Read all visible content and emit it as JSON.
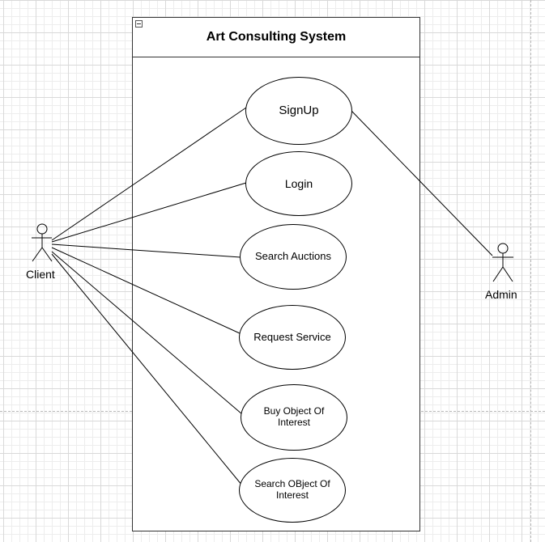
{
  "diagram": {
    "system": {
      "title": "Art Consulting System"
    },
    "actors": [
      {
        "id": "client",
        "label": "Client"
      },
      {
        "id": "admin",
        "label": "Admin"
      }
    ],
    "use_cases": [
      {
        "id": "signup",
        "label": "SignUp"
      },
      {
        "id": "login",
        "label": "Login"
      },
      {
        "id": "search-auctions",
        "label": "Search Auctions"
      },
      {
        "id": "request-service",
        "label": "Request Service"
      },
      {
        "id": "buy-object",
        "label": "Buy Object Of Interest"
      },
      {
        "id": "search-object",
        "label": "Search OBject Of Interest"
      }
    ],
    "associations": [
      {
        "from": "client",
        "to": "signup"
      },
      {
        "from": "client",
        "to": "login"
      },
      {
        "from": "client",
        "to": "search-auctions"
      },
      {
        "from": "client",
        "to": "request-service"
      },
      {
        "from": "client",
        "to": "buy-object"
      },
      {
        "from": "client",
        "to": "search-object"
      },
      {
        "from": "admin",
        "to": "signup"
      }
    ]
  }
}
